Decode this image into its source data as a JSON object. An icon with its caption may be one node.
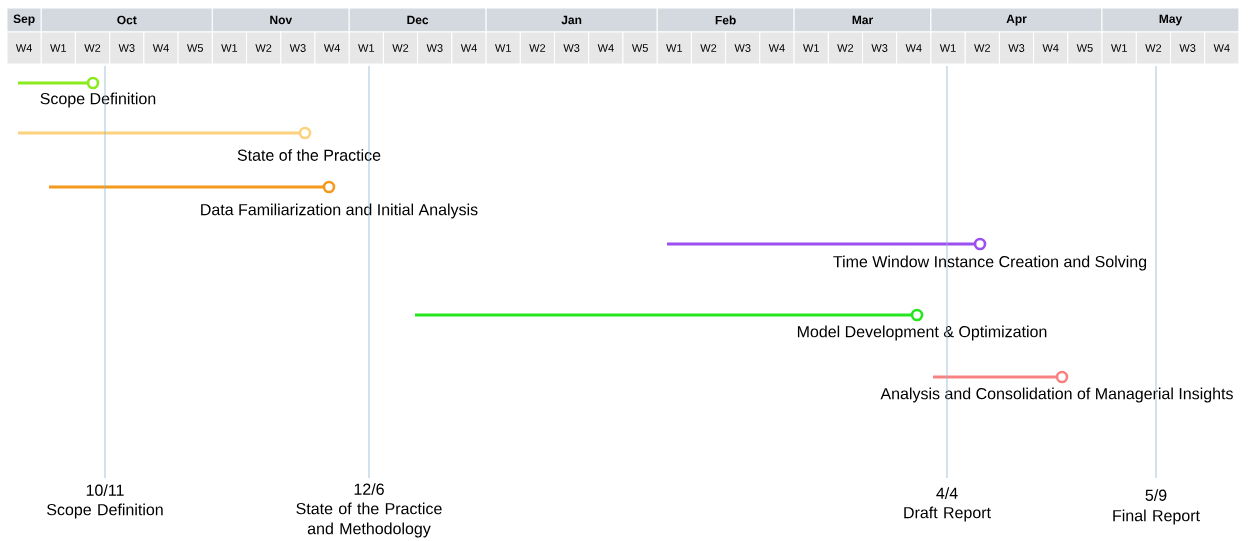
{
  "diagram": {
    "nodes": [
      {
        "text": [
          "Scope Definition"
        ]
      },
      {
        "text": [
          "State of the Practice"
        ]
      },
      {
        "text": [
          "Data Familiarization and Initial Analysis"
        ]
      },
      {
        "text": [
          "Time Window Instance Creation and Solving"
        ]
      },
      {
        "text": [
          "Model Development & Optimization"
        ]
      },
      {
        "text": [
          "Analysis and Consolidation of Managerial Insights"
        ]
      },
      {
        "text": [
          "10/11",
          "Scope Definition"
        ]
      },
      {
        "text": [
          "12/6",
          "State of the Practice and Methodology"
        ]
      },
      {
        "text": [
          "4/4",
          "Draft Report"
        ]
      },
      {
        "text": [
          "5/9",
          "Final Report"
        ]
      }
    ],
    "labels": [
      "Sep",
      "Oct",
      "Nov",
      "Dec",
      "Jan",
      "Feb",
      "Mar",
      "Apr",
      "May",
      "W4",
      "W1",
      "W2",
      "W3",
      "W4",
      "W5",
      "W1",
      "W2",
      "W3",
      "W4",
      "W1",
      "W2",
      "W3",
      "W4",
      "W1",
      "W2",
      "W3",
      "W4",
      "W5",
      "W1",
      "W2",
      "W3",
      "W4",
      "W1",
      "W2",
      "W3",
      "W4",
      "W1",
      "W2",
      "W3",
      "W4",
      "W5",
      "W1",
      "W2",
      "W3",
      "W4"
    ]
  }
}
